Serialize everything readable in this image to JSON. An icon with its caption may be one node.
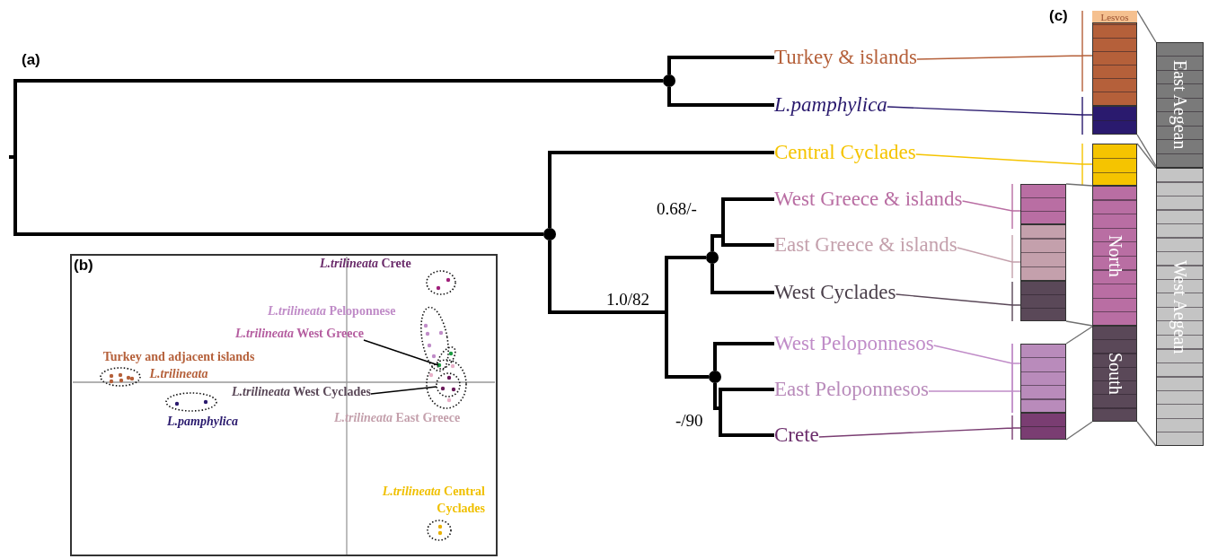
{
  "diagram": {
    "nodes": [
      {
        "text": [
          "Turkey & islands"
        ]
      },
      {
        "text": [
          "L.pamphylica"
        ]
      },
      {
        "text": [
          "Central Cyclades"
        ]
      },
      {
        "text": [
          "West Greece & islands"
        ]
      },
      {
        "text": [
          "East Greece & islands"
        ]
      },
      {
        "text": [
          "West Cyclades"
        ]
      },
      {
        "text": [
          "West Peloponnesos"
        ]
      },
      {
        "text": [
          "East Peloponnesos"
        ]
      },
      {
        "text": [
          "Crete"
        ]
      },
      {
        "text": [],
        "shape": "circle"
      },
      {
        "text": [],
        "shape": "circle"
      },
      {
        "text": [],
        "shape": "circle"
      },
      {
        "text": [],
        "shape": "circle"
      },
      {
        "text": [],
        "shape": "bar"
      },
      {
        "text": [
          "Lesvos"
        ],
        "in": 13
      },
      {
        "text": [],
        "shape": "bar"
      },
      {
        "text": [],
        "shape": "bar"
      },
      {
        "text": [
          "North"
        ]
      },
      {
        "text": [
          "South"
        ]
      },
      {
        "text": [
          "East Aegean"
        ]
      },
      {
        "text": [
          "West Aegean"
        ]
      },
      {
        "text": [],
        "shape": "bar"
      },
      {
        "text": [],
        "shape": "bar"
      },
      {
        "text": [],
        "shape": "bar"
      },
      {
        "text": [],
        "shape": "bar"
      },
      {
        "text": [],
        "shape": "bar"
      },
      {
        "text": [
          "*L.trilineata* West Greece"
        ]
      },
      {
        "text": [
          "*L.trilineata* West Cyclades"
        ]
      }
    ],
    "edges": [
      {
        "from": null,
        "to": 9,
        "arrow": "none",
        "style": "thick"
      },
      {
        "from": null,
        "to": 10,
        "arrow": "none",
        "style": "thick"
      },
      {
        "from": 9,
        "to": 0,
        "arrow": "none",
        "style": "thick"
      },
      {
        "from": 9,
        "to": 1,
        "arrow": "none",
        "style": "thick"
      },
      {
        "from": 10,
        "to": 2,
        "arrow": "none",
        "style": "thick"
      },
      {
        "from": 10,
        "to": 11,
        "arrow": "none",
        "style": "thick"
      },
      {
        "from": 10,
        "to": 12,
        "arrow": "none",
        "style": "thick"
      },
      {
        "from": 11,
        "to": 3,
        "arrow": "none",
        "style": "thick"
      },
      {
        "from": 11,
        "to": 4,
        "arrow": "none",
        "style": "thick"
      },
      {
        "from": 11,
        "to": 5,
        "arrow": "none",
        "style": "thick"
      },
      {
        "from": 12,
        "to": 6,
        "arrow": "none",
        "style": "thick"
      },
      {
        "from": 12,
        "to": 7,
        "arrow": "none",
        "style": "thick"
      },
      {
        "from": 12,
        "to": 8,
        "arrow": "none",
        "style": "thick"
      },
      {
        "from": 0,
        "to": 13,
        "arrow": "none",
        "color": "#b5603a"
      },
      {
        "from": 1,
        "to": 15,
        "arrow": "none",
        "color": "#2a1a6e"
      },
      {
        "from": 2,
        "to": 16,
        "arrow": "none",
        "color": "#f5c400"
      },
      {
        "from": 3,
        "to": 21,
        "arrow": "none",
        "color": "#b96ea3"
      },
      {
        "from": 4,
        "to": 22,
        "arrow": "none",
        "color": "#c4a0ac"
      },
      {
        "from": 5,
        "to": 23,
        "arrow": "none",
        "color": "#5a4858"
      },
      {
        "from": 6,
        "to": 24,
        "arrow": "none",
        "color": "#c08cc8"
      },
      {
        "from": 7,
        "to": 24,
        "arrow": "none",
        "color": "#c08cc8"
      },
      {
        "from": 8,
        "to": 25,
        "arrow": "none",
        "color": "#7a3d72"
      },
      {
        "from": 13,
        "to": 19,
        "arrow": "none",
        "color": "#707070"
      },
      {
        "from": 15,
        "to": 19,
        "arrow": "none",
        "color": "#707070"
      },
      {
        "from": 16,
        "to": 20,
        "arrow": "none",
        "color": "#707070"
      },
      {
        "from": 18,
        "to": 20,
        "arrow": "none",
        "color": "#707070"
      },
      {
        "from": 21,
        "to": 17,
        "arrow": "none",
        "color": "#707070"
      },
      {
        "from": 23,
        "to": 17,
        "arrow": "none",
        "color": "#707070"
      },
      {
        "from": 24,
        "to": 18,
        "arrow": "none",
        "color": "#707070"
      },
      {
        "from": 25,
        "to": 18,
        "arrow": "none",
        "color": "#707070"
      },
      {
        "from": 26,
        "to": null,
        "arrow": "none"
      },
      {
        "from": 27,
        "to": null,
        "arrow": "none"
      }
    ],
    "labels": [
      "(c)",
      "(a)",
      "0.68/-",
      "1.0/82",
      "-/90",
      "(b)",
      "*L.trilineata* Crete",
      "*L.trilineata* Peloponnese",
      "Turkey and adjacent islands *L.trilineata*",
      "L.pamphylica",
      "*L.trilineata* East Greece",
      "*L.trilineata* Central Cyclades"
    ]
  }
}
